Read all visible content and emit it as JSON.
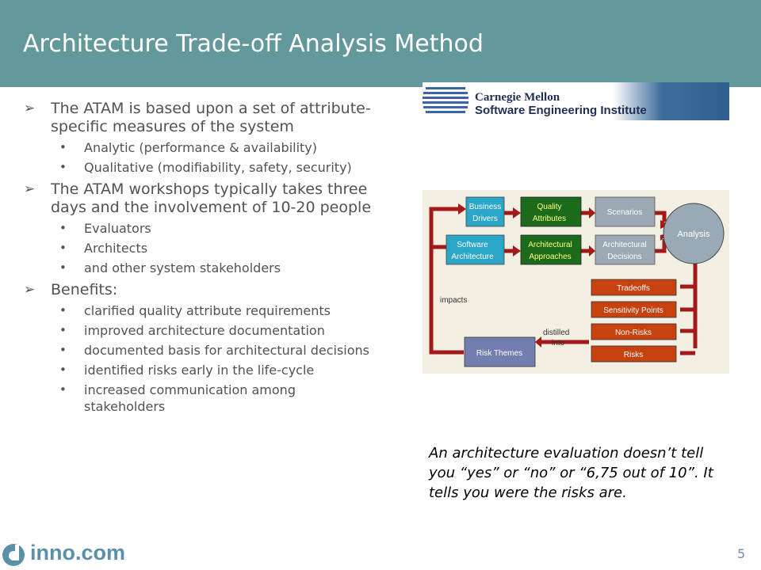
{
  "header": {
    "title": "Architecture Trade-off Analysis Method"
  },
  "bullets": [
    {
      "text": "The ATAM is based upon a set of attribute-specific measures of the system",
      "sub": [
        "Analytic (performance & availability)",
        "Qualitative (modifiability, safety, security)"
      ]
    },
    {
      "text": "The ATAM workshops typically takes three days and the involvement of 10-20 people",
      "sub": [
        "Evaluators",
        "Architects",
        "and other system stakeholders"
      ]
    },
    {
      "text": "Benefits:",
      "sub": [
        "clarified quality attribute requirements",
        "improved architecture documentation",
        "documented basis for architectural decisions",
        "identified risks early in the life-cycle",
        "increased communication among stakeholders"
      ]
    }
  ],
  "sei_logo": {
    "line1": "Carnegie Mellon",
    "line2": "Software Engineering Institute"
  },
  "diagram": {
    "business_drivers": [
      "Business",
      "Drivers"
    ],
    "quality_attributes": [
      "Quality",
      "Attributes"
    ],
    "scenarios": "Scenarios",
    "software_architecture": [
      "Software",
      "Architecture"
    ],
    "architectural_approaches": [
      "Architectural",
      "Approaches"
    ],
    "architectural_decisions": [
      "Architectural",
      "Decisions"
    ],
    "analysis": "Analysis",
    "tradeoffs": "Tradeoffs",
    "sensitivity_points": "Sensitivity Points",
    "non_risks": "Non-Risks",
    "risks": "Risks",
    "risk_themes": "Risk Themes",
    "impacts": "impacts",
    "distilled": [
      "distilled",
      "into"
    ]
  },
  "quote": "An architecture evaluation doesn’t tell you “yes” or “no” or “6,75 out of 10”. It tells you were the risks are.",
  "footer": {
    "logo_text": "inno.com",
    "page_number": "5"
  },
  "colors": {
    "title_bar": "#64999b",
    "cyan_box": "#2aa6c7",
    "green_box": "#1b6b1b",
    "gray_box": "#9ba9b5",
    "orange_box": "#c7420f",
    "risk_themes_box": "#747db0",
    "arrow": "#a31818",
    "analysis_circle": "#9aa9b6"
  }
}
